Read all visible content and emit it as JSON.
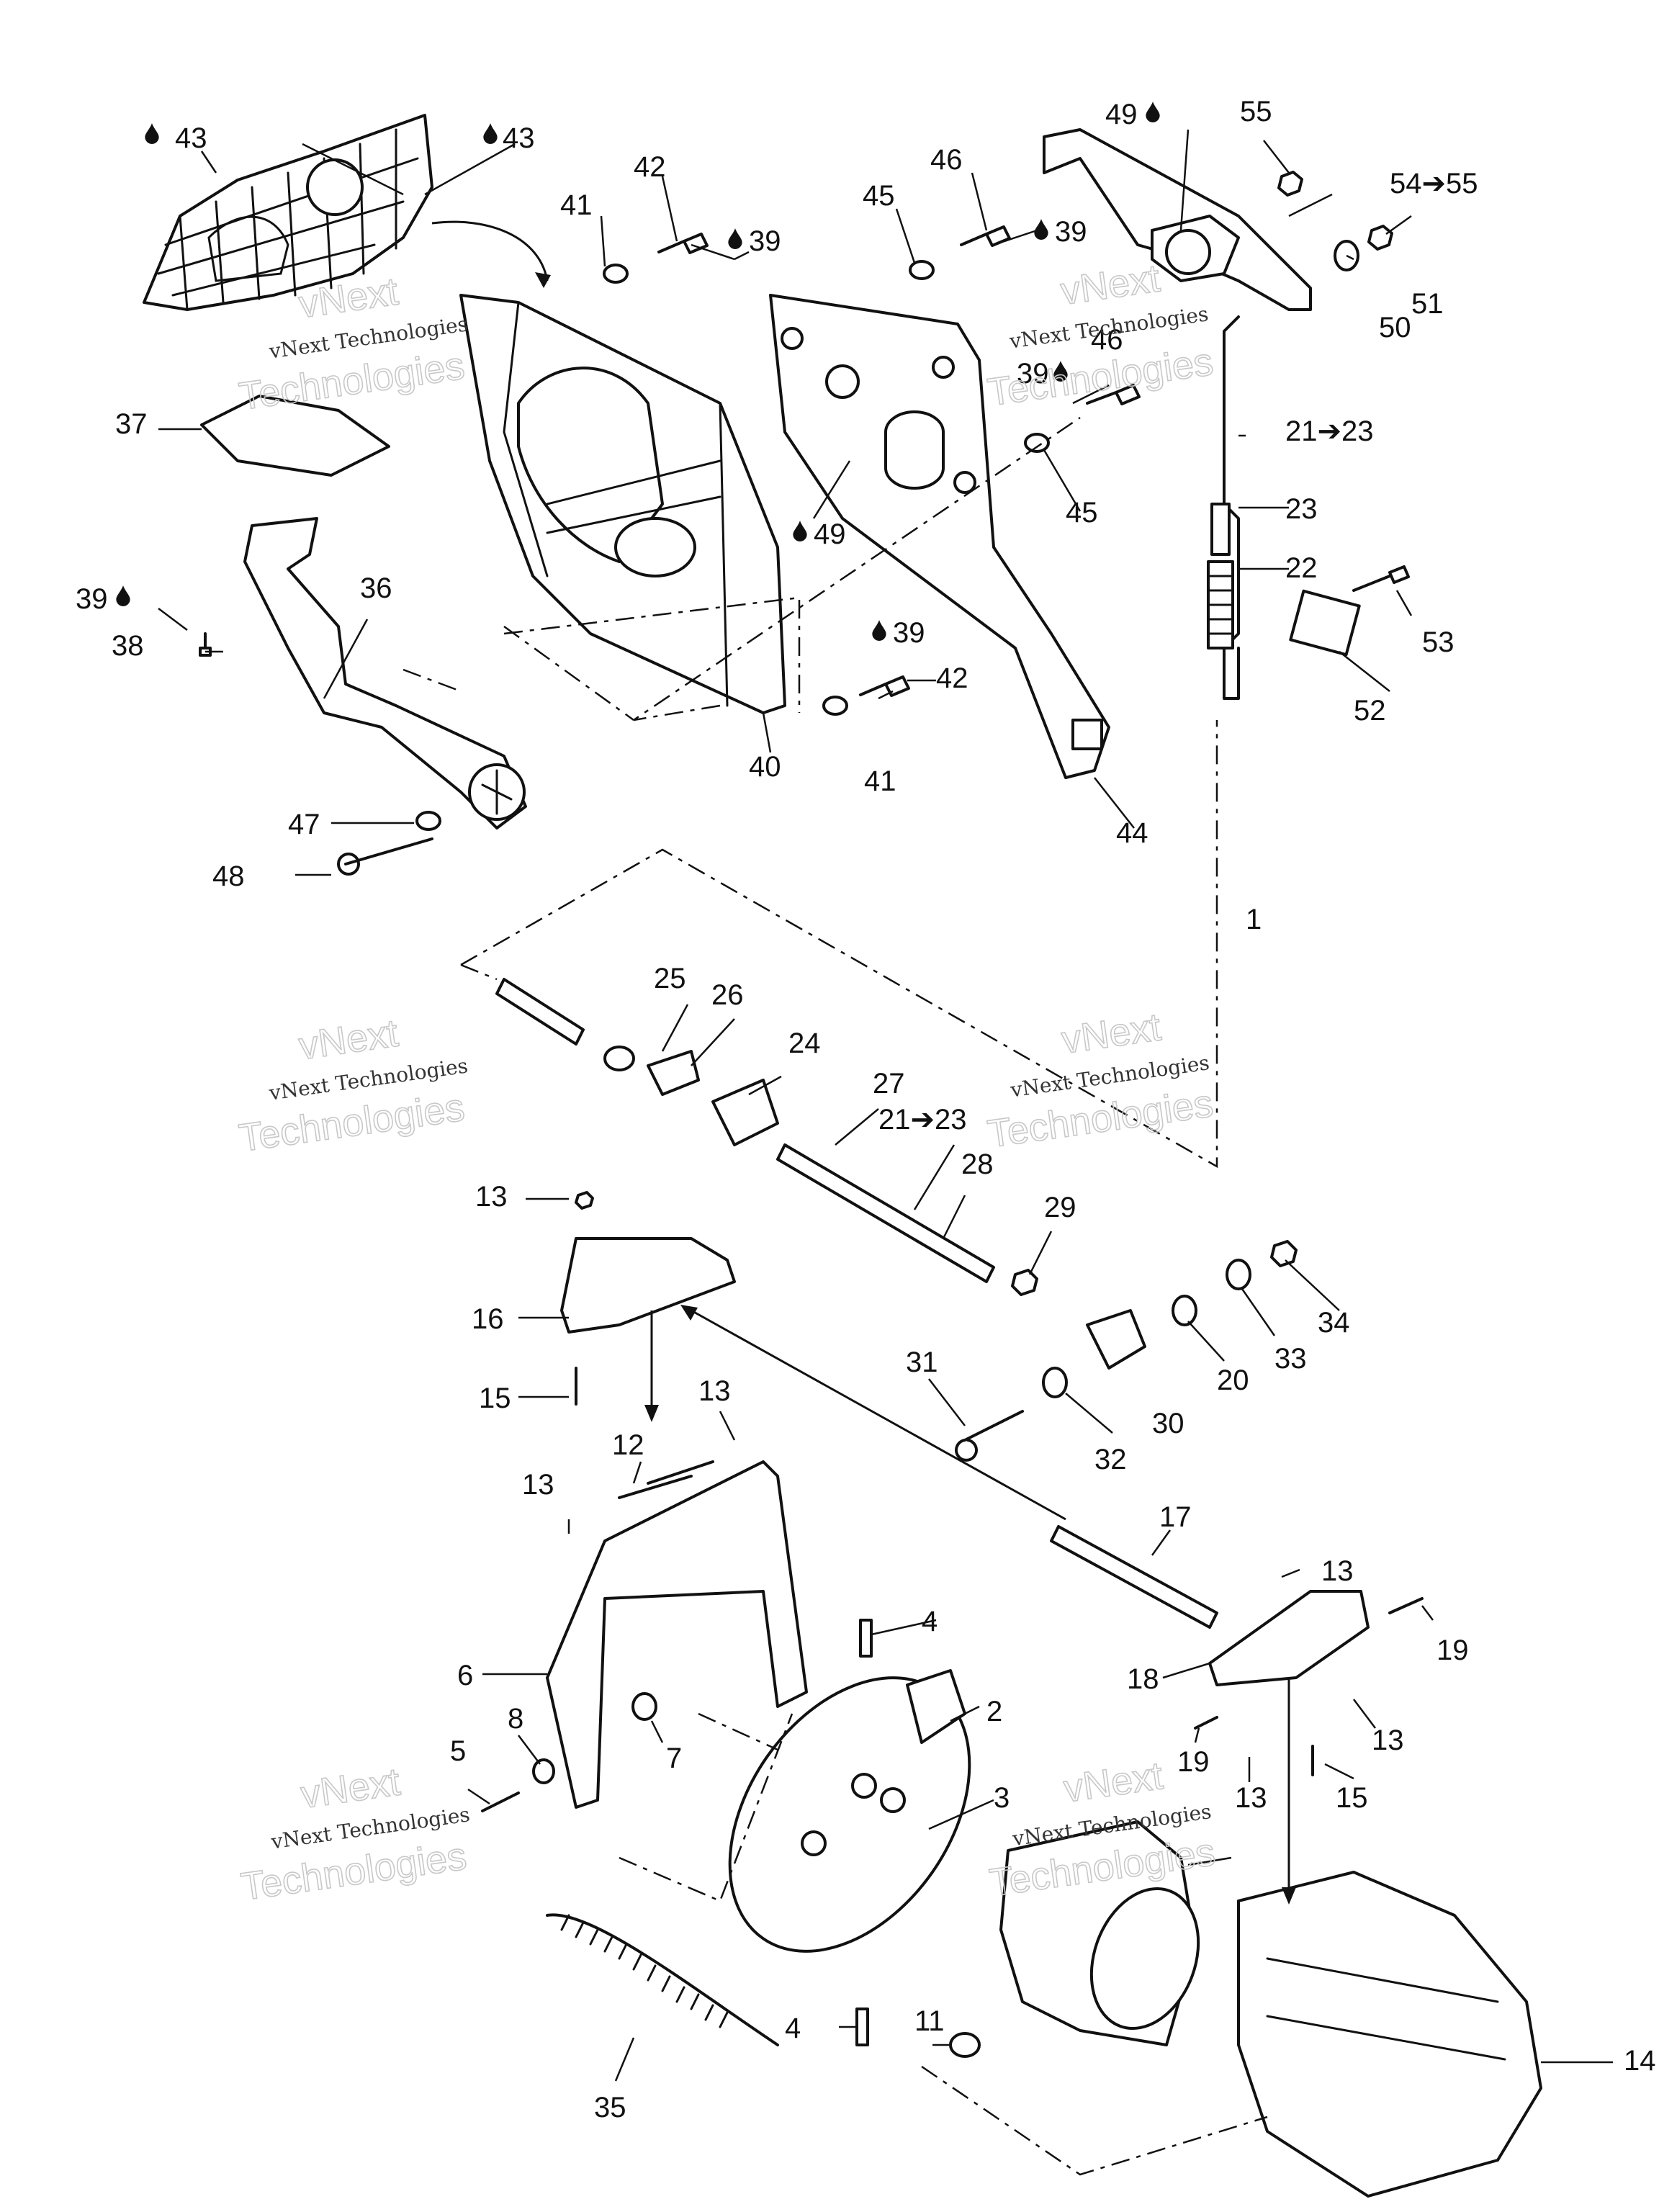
{
  "callouts": {
    "c1": "1",
    "c2": "2",
    "c3": "3",
    "c4a": "4",
    "c4b": "4",
    "c5": "5",
    "c6": "6",
    "c7": "7",
    "c8": "8",
    "c11": "11",
    "c12": "12",
    "c13a": "13",
    "c13b": "13",
    "c13c": "13",
    "c13d": "13",
    "c13e": "13",
    "c13f": "13",
    "c14": "14",
    "c15a": "15",
    "c15b": "15",
    "c16": "16",
    "c17": "17",
    "c18": "18",
    "c19a": "19",
    "c19b": "19",
    "c20": "20",
    "c21_23a": "21➔23",
    "c21_23b": "21➔23",
    "c22": "22",
    "c23": "23",
    "c24": "24",
    "c25": "25",
    "c26": "26",
    "c27": "27",
    "c28": "28",
    "c29": "29",
    "c30": "30",
    "c31": "31",
    "c32": "32",
    "c33": "33",
    "c34": "34",
    "c35": "35",
    "c36": "36",
    "c37": "37",
    "c38": "38",
    "c39a": "39",
    "c39b": "39",
    "c39c": "39",
    "c39d": "39",
    "c39e": "39",
    "c40": "40",
    "c41a": "41",
    "c41b": "41",
    "c42a": "42",
    "c42b": "42",
    "c43a": "43",
    "c43b": "43",
    "c44": "44",
    "c45a": "45",
    "c45b": "45",
    "c46a": "46",
    "c46b": "46",
    "c47": "47",
    "c48": "48",
    "c49a": "49",
    "c49b": "49",
    "c50": "50",
    "c51": "51",
    "c52": "52",
    "c53": "53",
    "c54_55": "54➔55",
    "c55": "55"
  },
  "watermark": {
    "line1": "vNext",
    "line2": "vNext Technologies",
    "line3": "Technologies"
  },
  "icons": {
    "drop": "lubricant-drop-icon"
  }
}
